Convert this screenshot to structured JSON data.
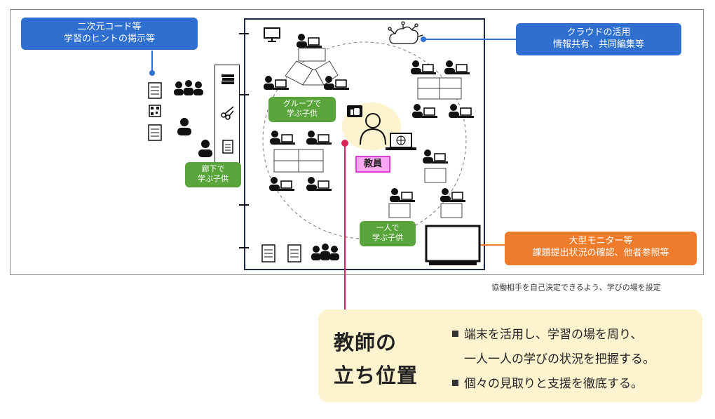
{
  "callouts": {
    "qr": {
      "line1": "二次元コード等",
      "line2": "学習のヒントの掲示等"
    },
    "cloud": {
      "line1": "クラウドの活用",
      "line2": "情報共有、共同編集等"
    },
    "monitor": {
      "line1": "大型モニター等",
      "line2": "課題提出状況の確認、他者参照等"
    }
  },
  "labels": {
    "group": {
      "line1": "グループで",
      "line2": "学ぶ子供"
    },
    "corridor": {
      "line1": "廊下で",
      "line2": "学ぶ子供"
    },
    "individual": {
      "line1": "一人で",
      "line2": "学ぶ子供"
    },
    "teacher": "教員"
  },
  "note": "協働相手を自己決定できるよう、学びの場を設定",
  "summary": {
    "title_line1": "教師の",
    "title_line2": "立ち位置",
    "bullets": [
      "端末を活用し、学習の場を周り、",
      "一人一人の学びの状況を把握する。",
      "個々の見取りと支援を徹底する。"
    ]
  },
  "colors": {
    "callout_blue": "#2f6fd0",
    "callout_orange": "#ef7c2c",
    "label_green": "#5aa43c",
    "teacher_pink": "#f8a8f0",
    "summary_bg": "#fdf3cf",
    "pointer_red": "#d9245a"
  },
  "icons": [
    "scroll-icon",
    "qr-code-icon",
    "people-group-icon",
    "person-icon",
    "books-icon",
    "scissors-icon",
    "document-icon",
    "desktop-monitor-icon",
    "student-laptop-icon",
    "cloud-network-icon",
    "thumbs-up-icon",
    "teacher-icon",
    "globe-laptop-icon",
    "large-monitor-icon",
    "table-icon"
  ]
}
